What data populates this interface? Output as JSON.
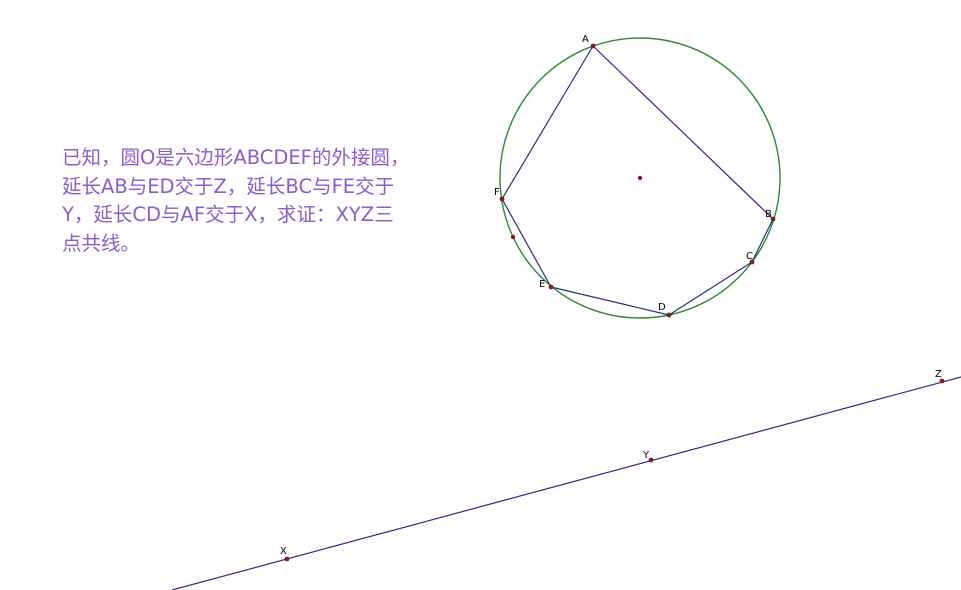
{
  "problem": {
    "lines": [
      "已知，圆O是六边形ABCDEF的外接圆，",
      "延长AB与ED交于Z，延长BC与FE交于",
      "Y，延长CD与AF交于X，求证：XYZ三",
      "点共线。"
    ]
  },
  "figure": {
    "colors": {
      "circle": "#2e8b2e",
      "segment": "#2b2b8f",
      "point": "#8b1a1a",
      "label": "#000000",
      "text": "#8a5cd6"
    },
    "points": [
      {
        "id": "A",
        "label": "A"
      },
      {
        "id": "B",
        "label": "B"
      },
      {
        "id": "C",
        "label": "C"
      },
      {
        "id": "D",
        "label": "D"
      },
      {
        "id": "E",
        "label": "E"
      },
      {
        "id": "F",
        "label": "F"
      },
      {
        "id": "X",
        "label": "X"
      },
      {
        "id": "Y",
        "label": "Y"
      },
      {
        "id": "Z",
        "label": "Z"
      }
    ],
    "hexagon_sides": [
      [
        "A",
        "B"
      ],
      [
        "B",
        "C"
      ],
      [
        "C",
        "D"
      ],
      [
        "D",
        "E"
      ],
      [
        "E",
        "F"
      ],
      [
        "F",
        "A"
      ]
    ]
  }
}
